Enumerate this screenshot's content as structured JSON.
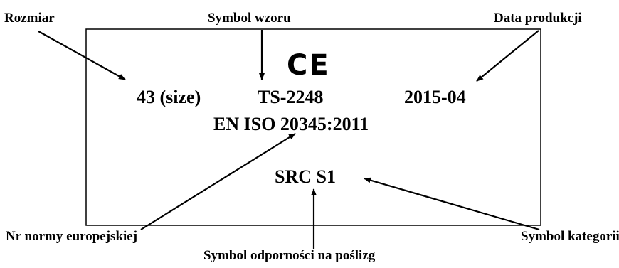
{
  "callouts": {
    "size": "Rozmiar",
    "pattern": "Symbol wzoru",
    "production_date": "Data produkcji",
    "standard_number": "Nr normy europejskiej",
    "category": "Symbol kategorii",
    "slip_resistance": "Symbol odporności na poślizg"
  },
  "label": {
    "ce_mark": "CE",
    "size": "43 (size)",
    "pattern_code": "TS-2248",
    "production_date": "2015-04",
    "standard": "EN ISO 20345:2011",
    "category_code": "SRC S1"
  }
}
